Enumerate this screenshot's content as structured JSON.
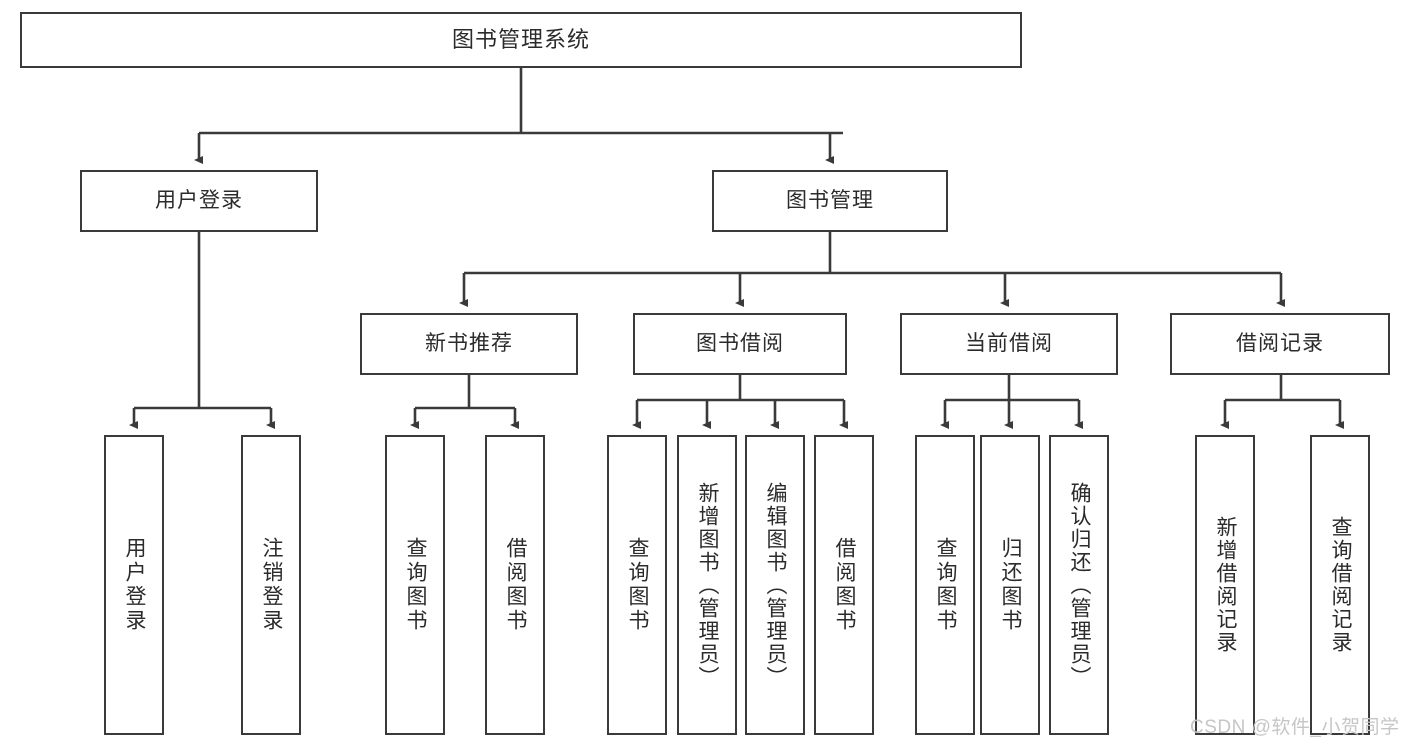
{
  "diagram": {
    "title": "图书管理系统",
    "type": "tree",
    "root": {
      "label": "图书管理系统"
    },
    "level1": [
      {
        "label": "用户登录"
      },
      {
        "label": "图书管理"
      }
    ],
    "level2": [
      {
        "label": "新书推荐"
      },
      {
        "label": "图书借阅"
      },
      {
        "label": "当前借阅"
      },
      {
        "label": "借阅记录"
      }
    ],
    "leaves": {
      "user_login": [
        {
          "label": "用户登录"
        },
        {
          "label": "注销登录"
        }
      ],
      "new_book": [
        {
          "label": "查询图书"
        },
        {
          "label": "借阅图书"
        }
      ],
      "book_borrow": [
        {
          "label": "查询图书"
        },
        {
          "label": "新增图书（管理员）"
        },
        {
          "label": "编辑图书（管理员）"
        },
        {
          "label": "借阅图书"
        }
      ],
      "current_borrow": [
        {
          "label": "查询图书"
        },
        {
          "label": "归还图书"
        },
        {
          "label": "确认归还（管理员）"
        }
      ],
      "borrow_record": [
        {
          "label": "新增借阅记录"
        },
        {
          "label": "查询借阅记录"
        }
      ]
    }
  },
  "watermark": {
    "text": "CSDN @软件_小贺同学"
  },
  "colors": {
    "border": "#3a3a3a",
    "text": "#2b2b2b",
    "background": "#ffffff",
    "watermark": "#c6c6c6"
  }
}
